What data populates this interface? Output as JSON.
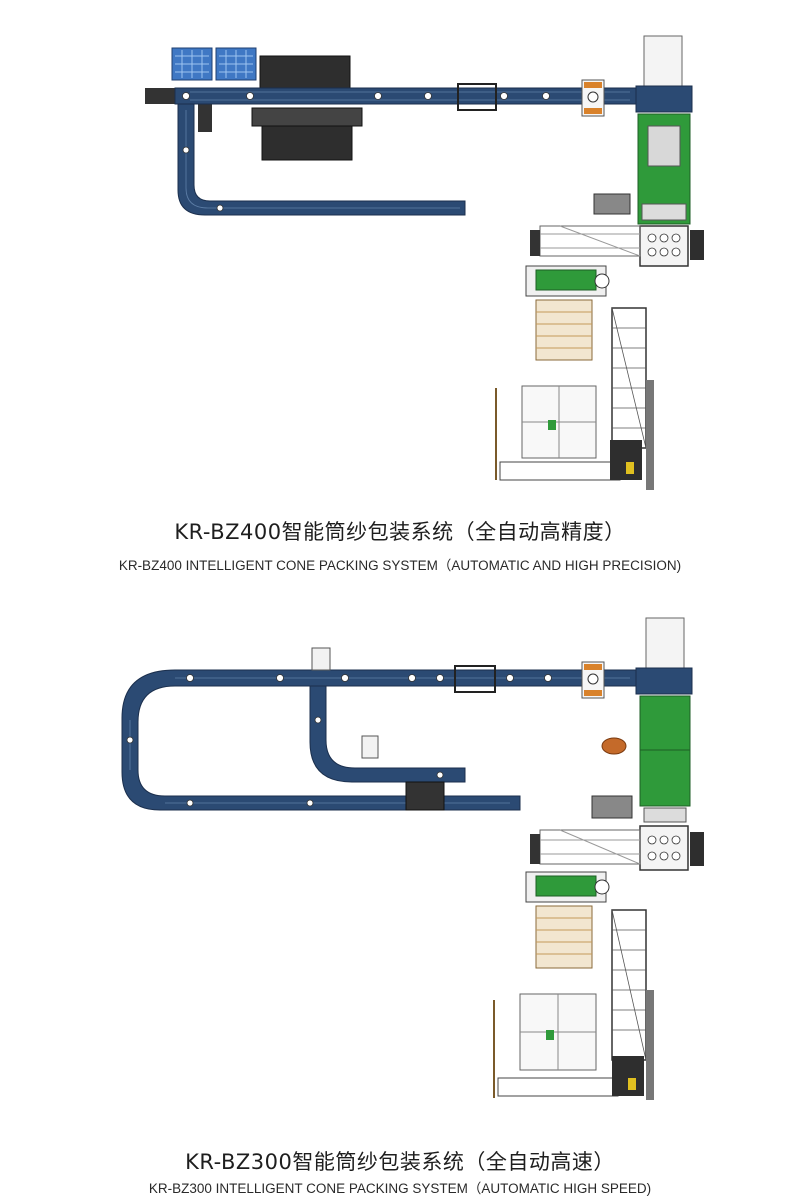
{
  "layouts": [
    {
      "title_cn": "KR-BZ400智能筒纱包装系统（全自动高精度）",
      "title_en": "KR-BZ400 INTELLIGENT CONE PACKING SYSTEM（AUTOMATIC AND HIGH PRECISION)"
    },
    {
      "title_cn": "KR-BZ300智能筒纱包装系统（全自动高速）",
      "title_en": "KR-BZ300 INTELLIGENT CONE PACKING SYSTEM（AUTOMATIC HIGH SPEED)"
    }
  ],
  "colors": {
    "conveyor": "#2b4a73",
    "conveyor_edge": "#1b2f4d",
    "packing_green": "#2f9a3a",
    "pallet_blue": "#3f78c4",
    "machine_dark": "#2a2a2a",
    "orange_unit": "#d9822b",
    "frame_gray": "#9a9a9a"
  }
}
